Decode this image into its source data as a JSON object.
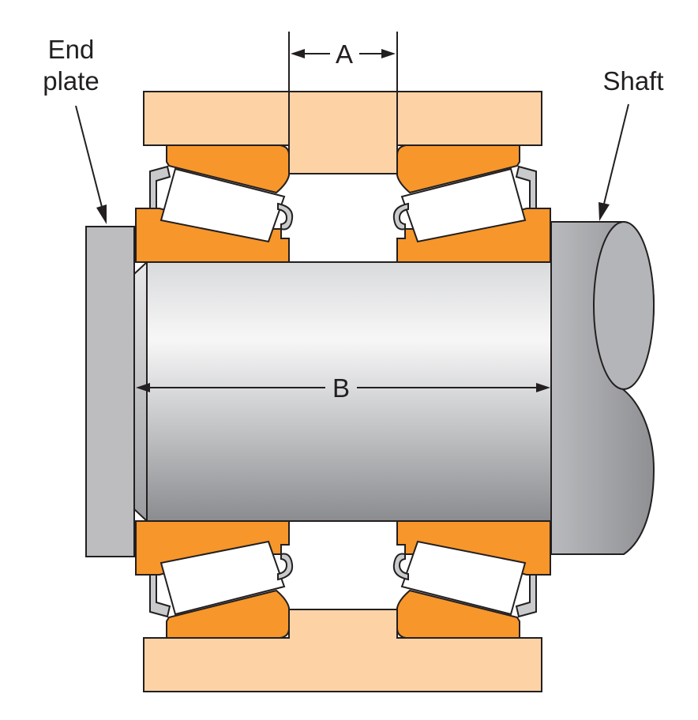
{
  "labels": {
    "end_plate_line1": "End",
    "end_plate_line2": "plate",
    "shaft": "Shaft",
    "dim_a": "A",
    "dim_b": "B"
  },
  "colors": {
    "housing": "#fdd3a6",
    "cup_cone": "#f6962b",
    "roller": "#ffffff",
    "cage": "#c9cacc",
    "end_plate": "#bdbdc0",
    "shaft_light": "#f4f4f5",
    "shaft_dark": "#8d8e91",
    "outline": "#231f20"
  }
}
